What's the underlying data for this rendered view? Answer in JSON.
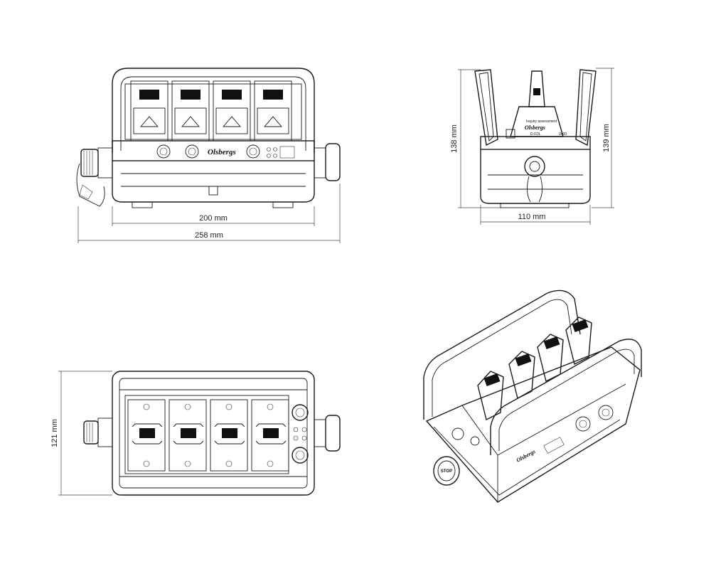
{
  "brand": "Olsbergs",
  "stop_label": "STOP",
  "small_texts": {
    "side_caption": "Inquiry assessment",
    "side_model": "D-FDL",
    "side_code": "0400"
  },
  "dimensions": {
    "front_inner_width": "200 mm",
    "front_outer_width": "258 mm",
    "side_left_height": "138 mm",
    "side_right_height": "139 mm",
    "side_width": "110 mm",
    "top_height": "121 mm"
  }
}
